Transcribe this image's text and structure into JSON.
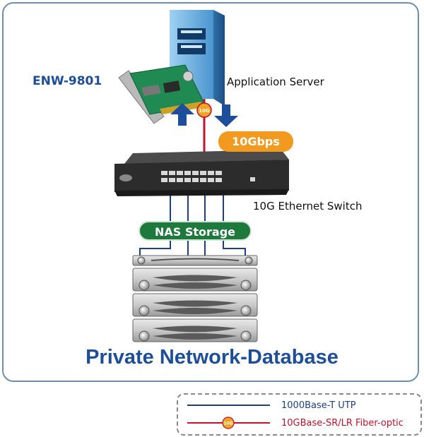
{
  "labels": {
    "card": "ENW-9801",
    "server": "Application Server",
    "speed": "10Gbps",
    "switch": "10G Ethernet Switch",
    "storage": "NAS Storage",
    "title": "Private Network-Database",
    "badge": "10G"
  },
  "legend": {
    "utp": "1000Base-T UTP",
    "fiber": "10GBase-SR/LR Fiber-optic"
  },
  "colors": {
    "brand_blue": "#1c4e9b",
    "fiber_red": "#c8102e",
    "speed_orange": "#f29a1f",
    "nas_green": "#1e7a3c",
    "utp_blue": "#1c3f8c"
  }
}
